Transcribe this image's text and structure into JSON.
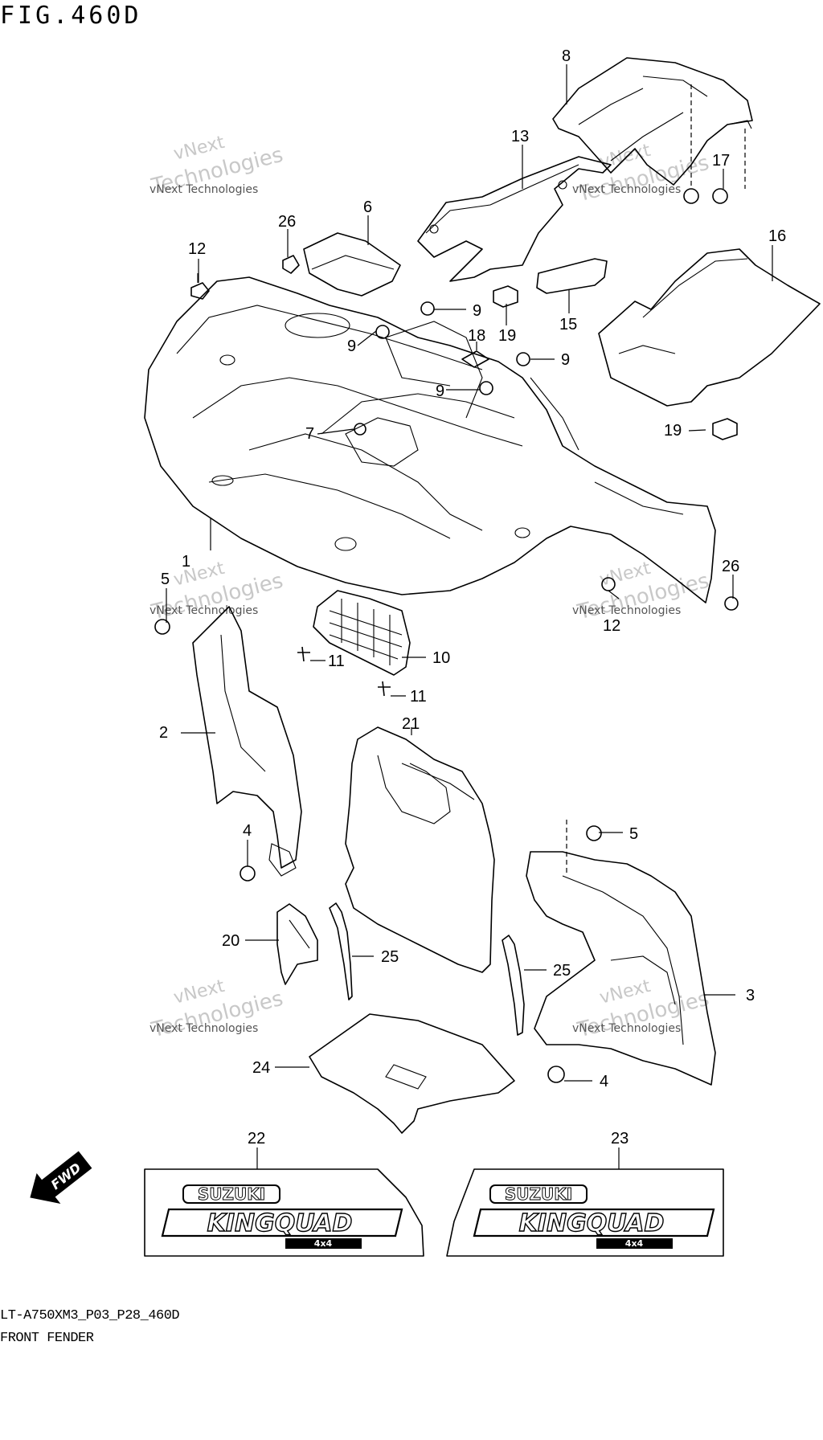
{
  "figure": {
    "title": "FIG.460D",
    "model_code": "LT-A750XM3_P03_P28_460D",
    "section_name": "FRONT FENDER"
  },
  "watermark": {
    "line1": "vNext Technologies",
    "line2": "vNext",
    "line3": "Technologies"
  },
  "callouts": [
    "1",
    "2",
    "3",
    "4",
    "4",
    "5",
    "5",
    "6",
    "7",
    "8",
    "9",
    "9",
    "9",
    "9",
    "10",
    "11",
    "11",
    "12",
    "12",
    "13",
    "15",
    "16",
    "17",
    "18",
    "19",
    "19",
    "20",
    "21",
    "22",
    "23",
    "24",
    "25",
    "25",
    "26",
    "26"
  ],
  "decals": {
    "brand": "SUZUKI",
    "model": "KINGQUAD",
    "badge": "4x4"
  },
  "direction_arrow": "FWD",
  "colors": {
    "line": "#000000",
    "watermark": "#c8c8c8",
    "background": "#ffffff"
  }
}
